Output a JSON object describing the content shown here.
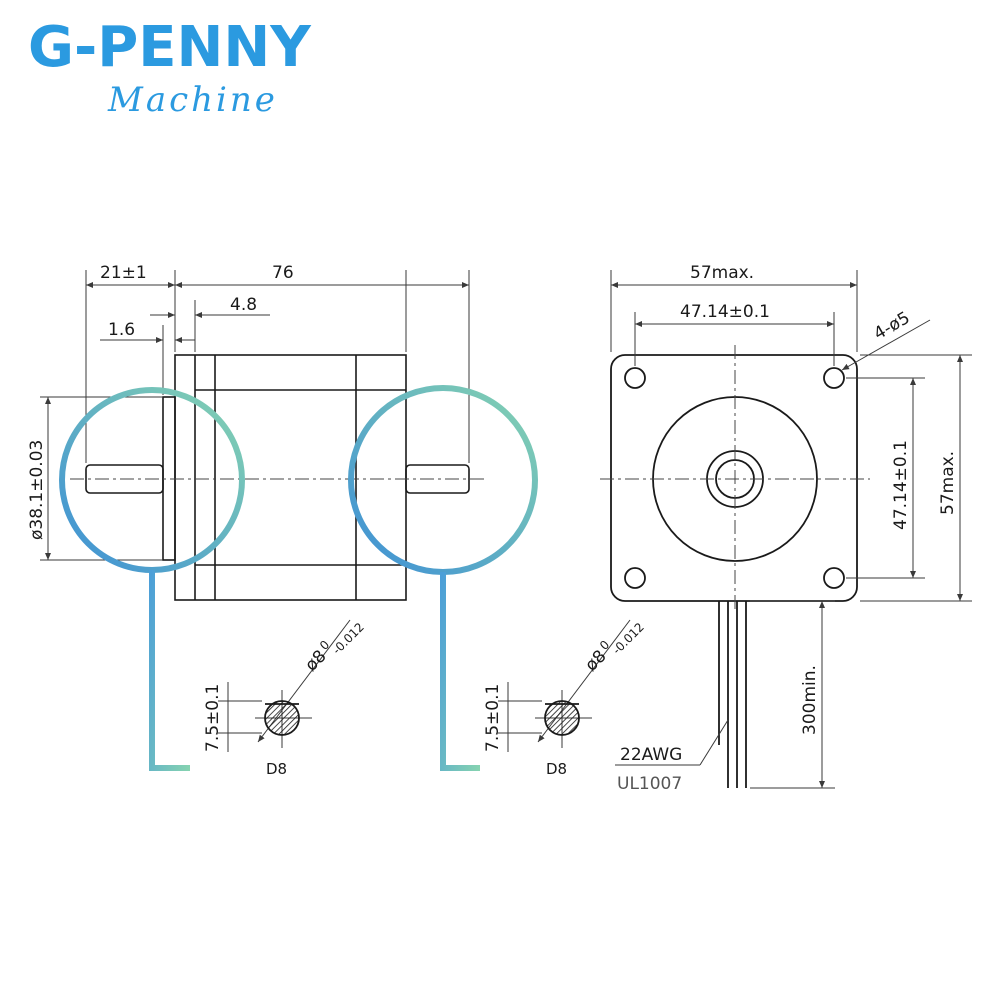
{
  "brand": {
    "title": "G-PENNY",
    "subtitle": "Machine",
    "title_color": "#2b9ae0",
    "subtitle_color": "#2b9ae0"
  },
  "side_view": {
    "dim_front_shaft": "21±1",
    "dim_body_length": "76",
    "dim_flange": "4.8",
    "dim_boss": "1.6",
    "dim_boss_diameter": "ø38.1±0.03"
  },
  "shaft_details": [
    {
      "diameter_base": "ø8",
      "diameter_tol": "0",
      "diameter_sub": "-0.012",
      "flat": "7.5±0.1",
      "label": "D8"
    },
    {
      "diameter_base": "ø8",
      "diameter_tol": "0",
      "diameter_sub": "-0.012",
      "flat": "7.5±0.1",
      "label": "D8"
    }
  ],
  "front_view": {
    "dim_width": "57max.",
    "dim_hole_spacing": "47.14±0.1",
    "dim_holes": "4-ø5",
    "dim_hole_spacing_v": "47.14±0.1",
    "dim_height": "57max.",
    "dim_lead": "300min.",
    "wire_gauge": "22AWG",
    "wire_type": "UL1007"
  },
  "colors": {
    "line": "#1a1a1a",
    "dim": "#3a3a3a",
    "circle_start": "#3d8fd6",
    "circle_end": "#86d3b0",
    "leader": "#6ab8dd"
  }
}
